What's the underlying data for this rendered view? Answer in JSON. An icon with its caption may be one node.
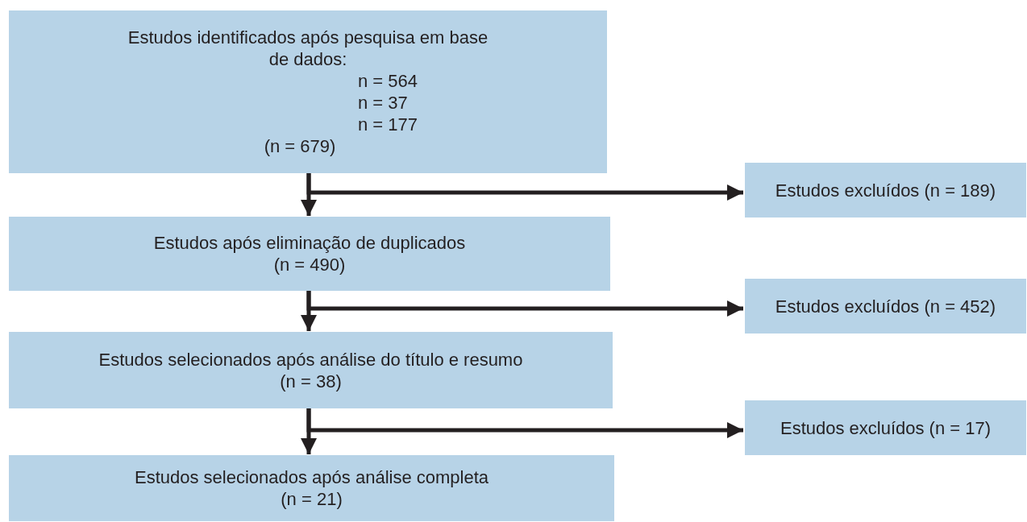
{
  "diagram": {
    "nodes": [
      {
        "text": [
          "Estudos identificados após pesquisa em base de dados:",
          "n = 564",
          "n = 37",
          "n = 177",
          "(n = 679)"
        ]
      },
      {
        "text": [
          "Estudos excluídos (n = 189)"
        ]
      },
      {
        "text": [
          "Estudos após eliminação de duplicados",
          "(n = 490)"
        ]
      },
      {
        "text": [
          "Estudos excluídos (n = 452)"
        ]
      },
      {
        "text": [
          "Estudos selecionados após análise do título e resumo",
          "(n = 38)"
        ]
      },
      {
        "text": [
          "Estudos excluídos (n = 17)"
        ]
      },
      {
        "text": [
          "Estudos selecionados após análise completa",
          "(n = 21)"
        ]
      }
    ],
    "edges": [
      {
        "from": 0,
        "to": 2,
        "arrow": "to"
      },
      {
        "from": 0,
        "to": 1,
        "arrow": "to"
      },
      {
        "from": 2,
        "to": 4,
        "arrow": "to"
      },
      {
        "from": 2,
        "to": 3,
        "arrow": "to"
      },
      {
        "from": 4,
        "to": 6,
        "arrow": "to"
      },
      {
        "from": 4,
        "to": 5,
        "arrow": "to"
      }
    ]
  }
}
